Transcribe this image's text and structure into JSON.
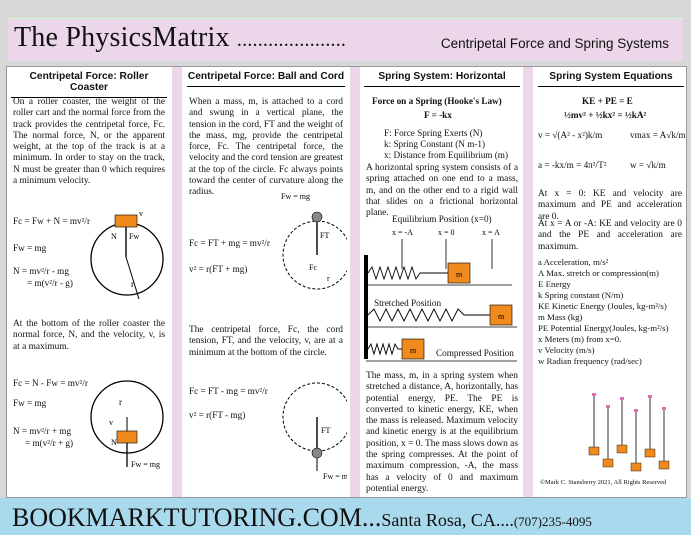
{
  "header": {
    "brand": "The PhysicsMatrix",
    "dots": ".....................",
    "subtitle": "Centripetal Force and Spring Systems"
  },
  "col1": {
    "title": "Centripetal Force: Roller Coaster",
    "intro": "On a roller coaster, the weight of the roller cart and the normal force from the track provides the centripetal force, Fc. The normal force, N, or the apparent weight, at the top of the track is at a minimum. In order to stay on the track, N must be greater than 0 which requires a minimum velocity.",
    "eq_top_1": "Fc = Fw + N = mv²/r",
    "eq_top_2": "Fw = mg",
    "eq_top_3": "N = mv²/r - mg",
    "eq_top_4": "= m(v²/r - g)",
    "mid": "At the bottom of the roller coaster the normal force, N, and the velocity, v, is at a maximum.",
    "eq_bot_1": "Fc = N - Fw = mv²/r",
    "eq_bot_2": "Fw = mg",
    "eq_bot_3": "N = mv²/r + mg",
    "eq_bot_4": "= m(v²/r + g)"
  },
  "col2": {
    "title": "Centripetal Force: Ball and Cord",
    "intro": "When a mass, m, is attached to a cord and swung in a vertical plane, the tension in the cord, FT and the weight of the mass, mg, provide the centripetal force, Fc. The centripetal force, the velocity and the cord tension are greatest at the top of the circle. Fc always points toward the center of curvature along the radius.",
    "eq_top_1": "Fc = FT + mg = mv²/r",
    "eq_top_2": "v² = r(FT + mg)",
    "mid": "The centripetal force, Fc, the cord tension, FT, and the velocity, v, are at a minimum at the bottom of the circle.",
    "eq_bot_1": "Fc = FT - mg = mv²/r",
    "eq_bot_2": "v² = r(FT - mg)"
  },
  "col3": {
    "title": "Spring System: Horizontal",
    "law_title": "Force on a Spring (Hooke's Law)",
    "law": "F = -kx",
    "def_1": "F: Force Spring Exerts (N)",
    "def_2": "k: Spring Constant (N m-1)",
    "def_3": "x: Distance from Equilibrium (m)",
    "intro": "A horizontal spring system consists of a spring attached on one end to a mass, m, and on the other end to a rigid wall that slides on a frictional horizontal plane.",
    "eq_pos": "Equilibrium Position (x=0)",
    "stretched": "Stretched Position",
    "compressed": "Compressed Position",
    "outro": "The mass, m, in a spring system when stretched a distance, A, horizontally, has potential energy, PE. The PE is converted to kinetic energy, KE, when the mass is released. Maximum velocity and kinetic energy is at the equilibrium position, x = 0. The mass slows down as the spring compresses. At the point of maximum compression, -A, the mass has a velocity of 0 and maximum potential energy."
  },
  "col4": {
    "title": "Spring System Equations",
    "eq1": "KE + PE = E",
    "eq2": "½mv² + ½kx² = ½kA²",
    "eq3": "v = √(A² - x²)k/m",
    "eq4": "vmax = A√k/m",
    "eq5": "a = -kx/m = 4π²/T²",
    "eq6": "w = √k/m",
    "p1": "At x = 0: KE and velocity are maximum and PE and acceleration are 0.",
    "p2": "At x = A or -A: KE and velocity are 0 and the PE and acceleration are maximum.",
    "legend": [
      "a   Acceleration, m/s²",
      "A   Max. stretch or compression(m)",
      "E   Energy",
      "k   Spring constant (N/m)",
      "KE  Kinetic Energy (Joules, kg-m²/s)",
      "m   Mass (kg)",
      "PE  Potential Energy(Joules, kg-m²/s)",
      "x   Meters (m) from x=0.",
      "v   Velocity (m/s)",
      "w   Radian frequency (rad/sec)"
    ],
    "copyright": "©Mark C. Stansberry 2021, All Rights Reserved"
  },
  "footer": {
    "site": "BOOKMARKTUTORING.COM...",
    "location": "Santa Rosa, CA....",
    "phone": "(707)235-4095"
  },
  "colors": {
    "header_bg": "#ecd6ea",
    "footer_bg": "#a9d9ec",
    "mass": "#f08a1c"
  }
}
